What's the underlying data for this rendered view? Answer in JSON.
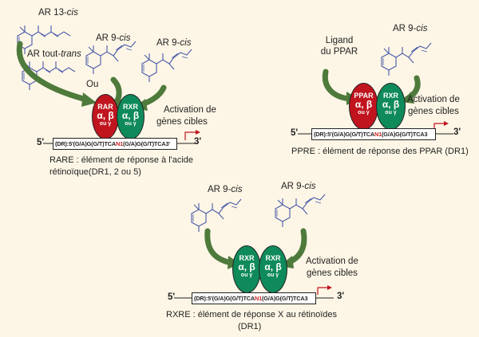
{
  "panel_rar": {
    "ligand_13cis": "AR 13-cis",
    "ligand_trans": "AR tout-trans",
    "ligand_9cis_a": "AR 9-cis",
    "ligand_9cis_b": "AR 9-cis",
    "ou": "Ou",
    "oval_left": {
      "name": "RAR",
      "sub": "α, β",
      "ou": "ou γ"
    },
    "oval_right": {
      "name": "RXR",
      "sub": "α, β",
      "ou": "ou γ"
    },
    "activation": "Activation de",
    "genes": "gènes cibles",
    "five_prime": "5'",
    "three_prime": "3'",
    "seq_pre": "(DR):5'(G/A)G(G/T)TCA",
    "seq_nn": "N1",
    "seq_post": "(G/A)G(G/T)TCA3'",
    "caption_line1": "RARE : élément de réponse à l'acide",
    "caption_line2": "rétinoïque(DR1, 2 ou 5)"
  },
  "panel_ppar": {
    "ligand_line1": "Ligand",
    "ligand_line2": "du PPAR",
    "ligand_9cis": "AR 9-cis",
    "oval_left": {
      "name": "PPAR",
      "sub": "α, β",
      "ou": "ou γ"
    },
    "oval_right": {
      "name": "RXR",
      "sub": "α, β",
      "ou": "ou γ"
    },
    "activation": "Activation de",
    "genes": "gènes cibles",
    "five_prime": "5'",
    "three_prime": "3'",
    "seq_pre": "(DR):5'(G/A)G(G/T)TCA",
    "seq_nn": "N1",
    "seq_post": "(G/A)G(G/T)TCA3",
    "caption": "PPRE : élément de réponse des PPAR (DR1)"
  },
  "panel_rxr": {
    "ligand_9cis_a": "AR 9-cis",
    "ligand_9cis_b": "AR 9-cis",
    "oval_left": {
      "name": "RXR",
      "sub": "α, β",
      "ou": "ou γ"
    },
    "oval_right": {
      "name": "RXR",
      "sub": "α, β",
      "ou": "ou γ"
    },
    "activation": "Activation de",
    "genes": "gènes cibles",
    "five_prime": "5'",
    "three_prime": "3'",
    "seq_pre": "(DR):5'(G/A)G(G/T)TCA",
    "seq_nn": "N1",
    "seq_post": "(G/A)G(G/T)TCA3",
    "caption_line1": "RXRE : élément de réponse X au rétinoïdes",
    "caption_line2": "(DR1)"
  },
  "colors": {
    "rar": "#c0151f",
    "rxr": "#0f8a5a",
    "arrow": "#4e7a3c",
    "mark": "#cc1f1f"
  }
}
